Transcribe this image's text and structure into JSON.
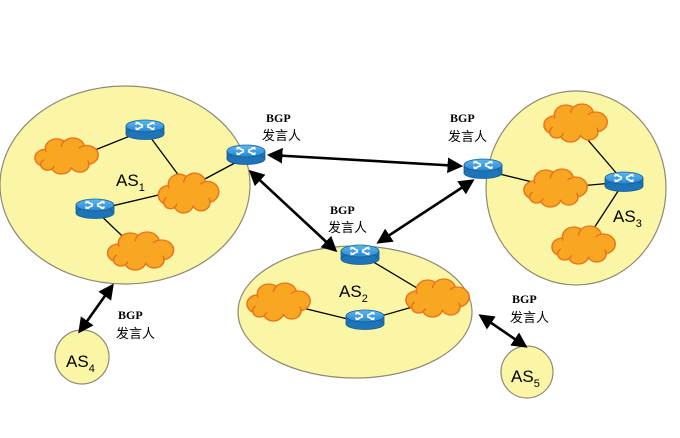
{
  "colors": {
    "as_fill": "#fbf6a6",
    "as_stroke": "#8c8a78",
    "cloud_fill": "#f9a623",
    "cloud_stroke": "#e8731a",
    "router_top": "#3a9ee0",
    "router_body": "#1d74b8",
    "link": "#000000"
  },
  "icons": {
    "router": "router-icon",
    "cloud": "network-cloud-icon",
    "arrow": "double-headed-arrow"
  },
  "as_labels": [
    {
      "id": "as1",
      "base": "AS",
      "sub": "1"
    },
    {
      "id": "as2",
      "base": "AS",
      "sub": "2"
    },
    {
      "id": "as3",
      "base": "AS",
      "sub": "3"
    },
    {
      "id": "as4",
      "base": "AS",
      "sub": "4"
    },
    {
      "id": "as5",
      "base": "AS",
      "sub": "5"
    }
  ],
  "speaker_labels": [
    {
      "line1": "BGP",
      "line2": "发言人"
    },
    {
      "line1": "BGP",
      "line2": "发言人"
    },
    {
      "line1": "BGP",
      "line2": "发言人"
    },
    {
      "line1": "BGP",
      "line2": "发言人"
    },
    {
      "line1": "BGP",
      "line2": "发言人"
    }
  ]
}
